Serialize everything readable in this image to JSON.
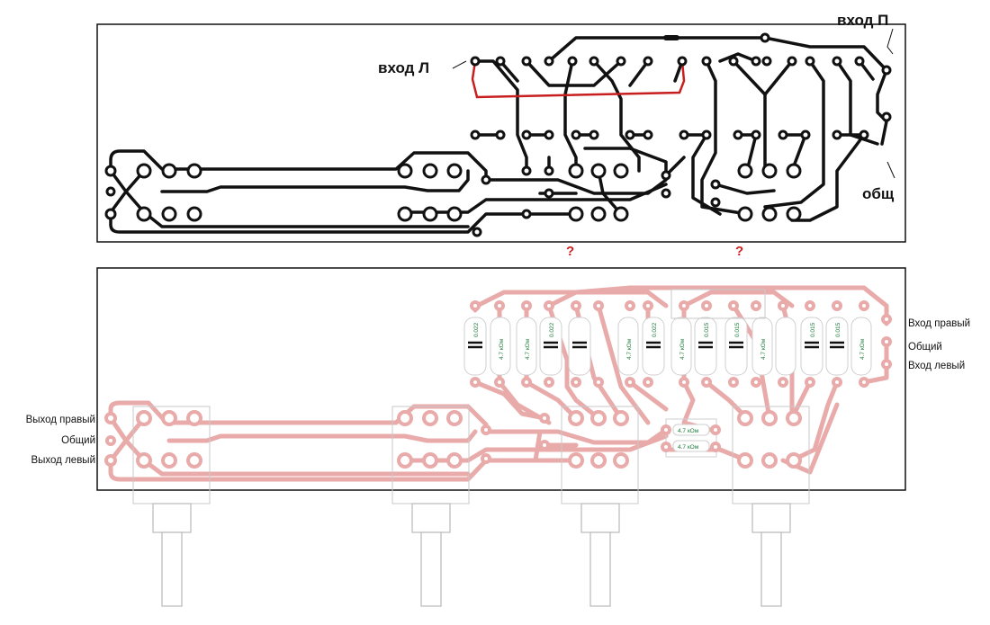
{
  "top_board": {
    "labels": {
      "input_left": "вход Л",
      "input_right": "вход П",
      "common": "общ"
    },
    "question_marks": [
      "?",
      "?"
    ]
  },
  "bottom_board": {
    "right_labels": {
      "input_right": "Вход правый",
      "common": "Общий",
      "input_left": "Вход левый"
    },
    "left_labels": {
      "output_right": "Выход правый",
      "common": "Общий",
      "output_left": "Выход левый"
    },
    "capacitor_values": [
      "0.022",
      "0.022",
      "0.022",
      "0.015",
      "0.015",
      "0.015",
      "0.015"
    ],
    "resistor_values": [
      "4.7 кОм",
      "4.7 кОм",
      "4.7 кОм",
      "4.7 кОм",
      "4.7 кОм",
      "4.7 кОм"
    ],
    "center_resistor_values": [
      "4.7 кОм",
      "4.7 кОм"
    ]
  },
  "colors": {
    "top_traces": "#111111",
    "jumper": "#c81e1e",
    "bottom_traces": "#e9aaaa",
    "capacitor_text": "#1a7a3a",
    "outline": "#111111"
  }
}
